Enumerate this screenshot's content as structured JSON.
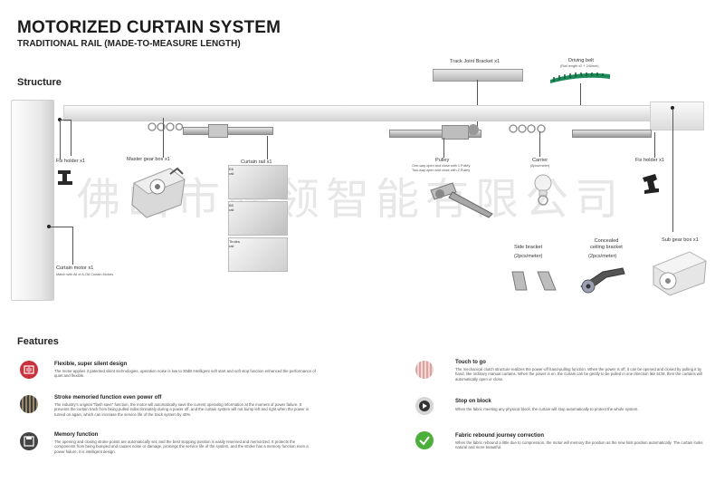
{
  "header": {
    "title": "MOTORIZED CURTAIN SYSTEM",
    "subtitle": "TRADITIONAL RAIL (MADE-TO-MEASURE LENGTH)"
  },
  "structure": {
    "heading": "Structure",
    "track_joint": "Track Joint Bracket  x1",
    "driving_belt": "Driving belt",
    "driving_belt_note": "(Rail length x2 + 240mm)",
    "fix_holder_left": "Fix holder  x1",
    "master_gear": "Master gear box  x1",
    "curtain_rail": "Curtain rail   x1",
    "rail_types": [
      "E6 rail",
      "B5 rail",
      "Tiroles rail"
    ],
    "pulley": "Pulley",
    "pulley_note1": "One-way open and close with 1 Pulley",
    "pulley_note2": "Two-way open and close with 2 Pulley",
    "carrier": "Carrier",
    "carrier_note": "(8pcs/meter)",
    "fix_holder_right": "Fix holder  x1",
    "motor": "Curtain motor  x1",
    "motor_note": "Match with All of A-O8 Curtain Motors",
    "side_bracket": "Side bracket",
    "side_bracket_qty": "(2pcs/meter)",
    "ceiling_bracket": "Concealed ceiling bracket",
    "ceiling_bracket_qty": "(2pcs/meter)",
    "sub_gear": "Sub gear box  x1"
  },
  "watermark": "佛山市联领智能有限公司",
  "features": {
    "heading": "Features",
    "left": [
      {
        "icon": "speaker-mute-icon",
        "color": "#c8323e",
        "title": "Flexible, super silent design",
        "desc": "The motor applies 3 patented silent technologies, operation noise is low to 30dB Intelligent soft start and soft stop function enhanced the performance of quiet and flexible."
      },
      {
        "icon": "curtain-memory-icon",
        "color": "#555555",
        "title": "Stroke memoried function even power off",
        "desc": "The industry's original \"flash save\" function, the motor will automatically save the current operating information at the moment of power failure. It prevents the curtain track from being pulled indiscriminately during a power off, and the curtain system will not bump left and right when the power is turned on again, which can increase the service life of the track system by 40%."
      },
      {
        "icon": "save-disk-icon",
        "color": "#444444",
        "title": "Memory function",
        "desc": "The opening and closing stroke points are automatically set, and the best stopping position is easily reserved and memorized. It protects the components from being bumped and causes noise or damage, prolongs the service life of the system, and the stroke has a memory function even a power failure, it is intelligent design."
      }
    ],
    "right": [
      {
        "icon": "touch-curtain-icon",
        "color": "#d9a0a8",
        "title": "Touch to go",
        "desc": "The mechanical clutch structure realizes the power-off hand-pulling function. When the power is off, it can be opened and closed by pulling it by hand, like ordinary manual curtains. When the power is on, the curtain can be gently to be pulled in one direction like 5CM, then the curtains will automatically open or close."
      },
      {
        "icon": "stop-hand-icon",
        "color": "#333333",
        "title": "Stop on block",
        "desc": "When the fabric meeting any physical block, the curtain will stop automatically to protect the whole system."
      },
      {
        "icon": "check-icon",
        "color": "#4caf3c",
        "title": "Fabric rebound journey correction",
        "desc": "When the fabric rebound a little due to compression, the motor will memory the position as the new limit position automatically. The curtain looks natural and more beautiful."
      }
    ]
  }
}
